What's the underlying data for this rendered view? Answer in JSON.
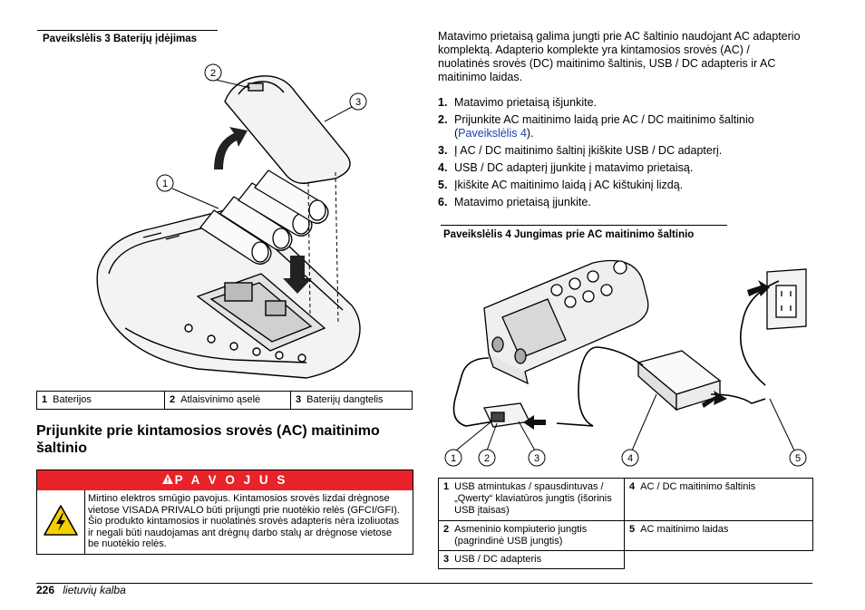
{
  "left": {
    "figure3_title": "Paveikslėlis 3  Baterijų įdėjimas",
    "figure3_callouts": [
      "1",
      "2",
      "3"
    ],
    "figure3_legend": [
      {
        "num": "1",
        "label": "Baterijos"
      },
      {
        "num": "2",
        "label": "Atlaisvinimo ąselė"
      },
      {
        "num": "3",
        "label": "Baterijų dangtelis"
      }
    ],
    "section_heading_line1": "Prijunkite prie kintamosios srovės (AC) maitinimo",
    "section_heading_line2": "šaltinio",
    "warning": {
      "title": "P A V O J U S",
      "lines": [
        "Mirtino elektros smūgio pavojus. Kintamosios srovės lizdai drėgnose",
        "vietose VISADA PRIVALO būti prijungti prie nuotėkio relės (GFCI/GFI).",
        "Šio produkto kintamosios ir nuolatinės srovės adapteris nėra izoliuotas",
        "ir negali būti naudojamas ant drėgnų darbo stalų ar drėgnose vietose",
        "be nuotėkio relės."
      ]
    }
  },
  "right": {
    "intro_lines": [
      "Matavimo prietaisą galima jungti prie AC šaltinio naudojant AC adapterio",
      "komplektą. Adapterio komplekte yra kintamosios srovės (AC) /",
      "nuolatinės srovės (DC) maitinimo šaltinis, USB / DC adapteris ir AC",
      "maitinimo laidas."
    ],
    "steps": [
      {
        "num": "1.",
        "text": "Matavimo prietaisą išjunkite."
      },
      {
        "num": "2.",
        "text": "Prijunkite AC maitinimo laidą prie AC / DC maitinimo šaltinio",
        "text2_pre": "(",
        "link": "Paveikslėlis 4",
        "text2_post": ")."
      },
      {
        "num": "3.",
        "text": "Į AC / DC maitinimo šaltinį įkiškite USB / DC adapterį."
      },
      {
        "num": "4.",
        "text": "USB / DC adapterį įjunkite į matavimo prietaisą."
      },
      {
        "num": "5.",
        "text": "Įkiškite AC maitinimo laidą į AC kištukinį lizdą."
      },
      {
        "num": "6.",
        "text": "Matavimo prietaisą įjunkite."
      }
    ],
    "figure4_title": "Paveikslėlis 4  Jungimas prie AC maitinimo šaltinio",
    "figure4_callouts": [
      "1",
      "2",
      "3",
      "4",
      "5"
    ],
    "figure4_legend": {
      "item1": {
        "num": "1",
        "lines": [
          "USB atmintukas / spausdintuvas /",
          "„Qwerty“ klaviatūros jungtis (išorinis",
          "USB įtaisas)"
        ]
      },
      "item2": {
        "num": "2",
        "lines": [
          "Asmeninio kompiuterio jungtis",
          "(pagrindinė USB jungtis)"
        ]
      },
      "item3": {
        "num": "3",
        "lines": [
          "USB / DC adapteris"
        ]
      },
      "item4": {
        "num": "4",
        "lines": [
          "AC / DC maitinimo šaltinis"
        ]
      },
      "item5": {
        "num": "5",
        "lines": [
          "AC maitinimo laidas"
        ]
      }
    }
  },
  "footer": {
    "page_number": "226",
    "language": "lietuvių kalba"
  },
  "colors": {
    "danger": "#e8232a",
    "warning_yellow": "#f5d000",
    "link": "#1a3fb0"
  },
  "icons": [
    "warning-triangle-icon",
    "electric-shock-icon"
  ]
}
